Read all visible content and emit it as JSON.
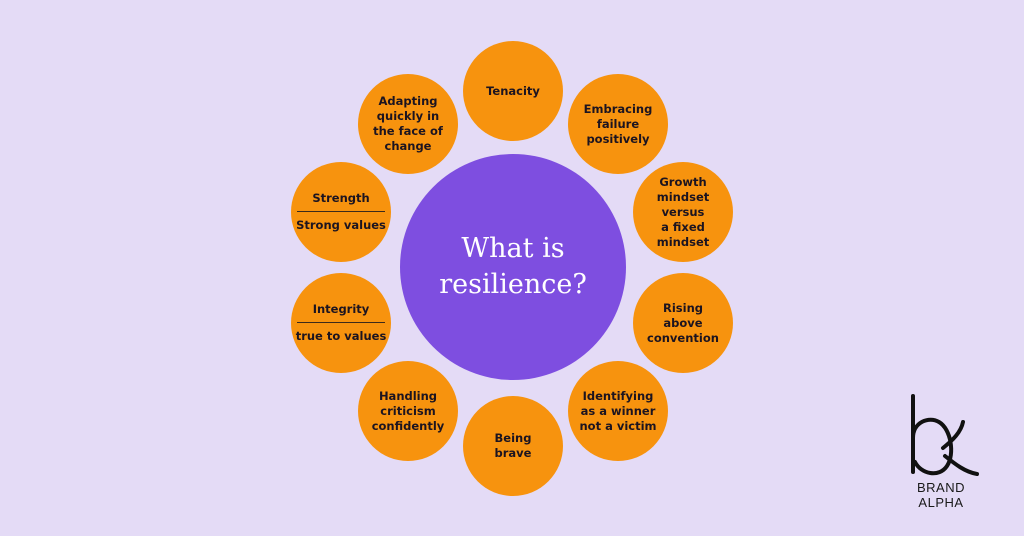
{
  "center": {
    "title": "What is resilience?"
  },
  "nodes": [
    {
      "id": "tenacity",
      "text": "Tenacity"
    },
    {
      "id": "embracing-failure",
      "text": "Embracing\nfailure\npositively"
    },
    {
      "id": "growth-mindset",
      "text": "Growth\nmindset\nversus\na fixed\nmindset"
    },
    {
      "id": "rising-above",
      "text": "Rising\nabove\nconvention"
    },
    {
      "id": "identifying-winner",
      "text": "Identifying\nas a winner\nnot a victim"
    },
    {
      "id": "being-brave",
      "text": "Being\nbrave"
    },
    {
      "id": "handling-criticism",
      "text": "Handling\ncriticism\nconfidently"
    },
    {
      "id": "integrity",
      "line1": "Integrity",
      "line2": "true to values"
    },
    {
      "id": "strength",
      "line1": "Strength",
      "line2": "Strong values"
    },
    {
      "id": "adapting",
      "text": "Adapting\nquickly in\nthe face of\nchange"
    }
  ],
  "brand": {
    "name": "BRAND ALPHA",
    "icon": "alpha-logo-icon"
  },
  "colors": {
    "background": "#e4dbf6",
    "center": "#7e4ee0",
    "node": "#f7930e"
  }
}
